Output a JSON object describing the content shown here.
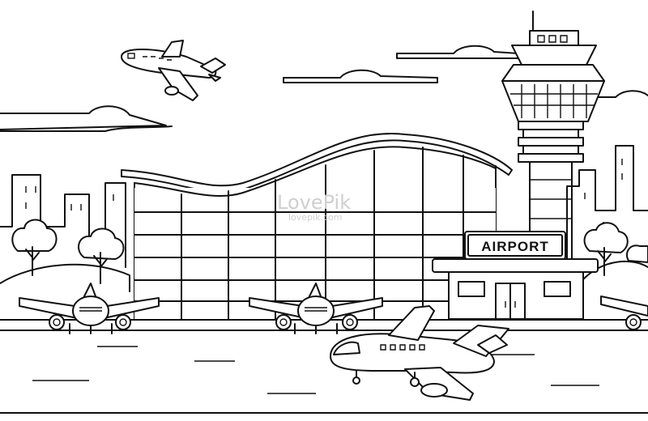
{
  "scene": {
    "sign_label": "AIRPORT",
    "watermark": {
      "brand": "LovePik",
      "url": "lovepik.com"
    },
    "style": "black line art on white (coloring page)",
    "colors": {
      "ink": "#111111",
      "background": "#ffffff"
    }
  }
}
